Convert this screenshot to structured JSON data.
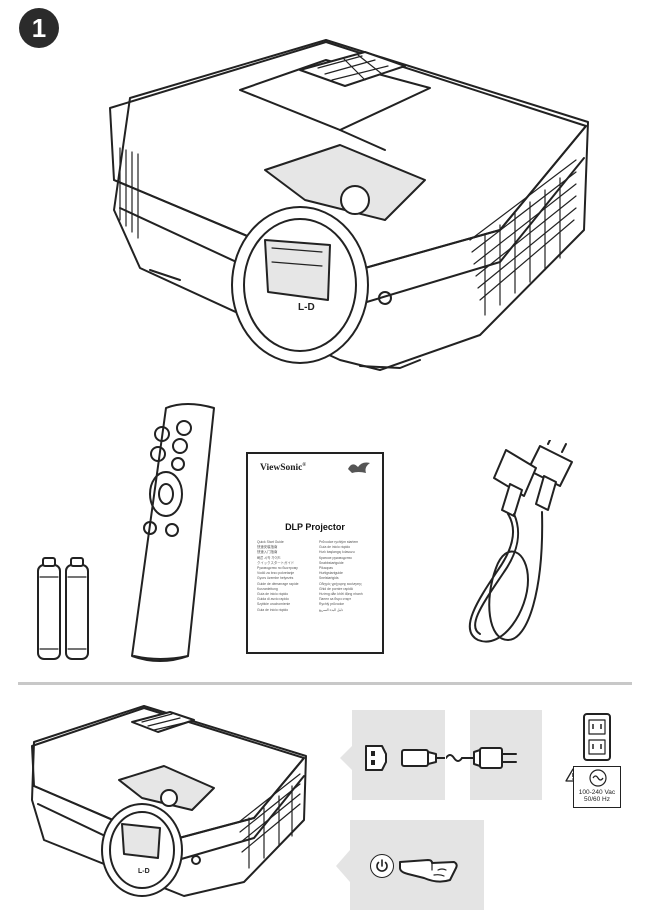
{
  "step": {
    "number": "1"
  },
  "projector": {
    "lens_logo": "L-D"
  },
  "quick_start_guide": {
    "brand": "ViewSonic",
    "trademark": "®",
    "title": "DLP Projector",
    "lines_left": [
      "Quick Start Guide",
      "快速安裝指南",
      "快速入门指南",
      "빠른 시작 가이드",
      "クイックスタートガイド",
      "Руководство по быстрому",
      "Vodič za brzo pokretanje",
      "Gyors üzembe helyezés",
      "Guide de démarrage rapide",
      "Kurzanleitung",
      "Guía de inicio rápido",
      "Guida di avvio rapido",
      "Szybkie uruchomienie",
      "Guia de início rápido"
    ],
    "lines_right": [
      "Průvodce rychlým startem",
      "Guía de inicio rápido",
      "Hızlı başlangıç kılavuzu",
      "Краткое руководство",
      "Snabbstartguide",
      "Pikaopas",
      "Hurtigstartguide",
      "Snelstartgids",
      "Οδηγός γρήγορης εκκίνησης",
      "Ghid de pornire rapidă",
      "Hướng dẫn khởi động nhanh",
      "Панел за бърз старт",
      "Rychlý průvodce",
      "دليل البدء السريع"
    ]
  },
  "power_spec": {
    "voltage": "100-240 Vac",
    "frequency": "50/60 Hz"
  },
  "icons": {
    "step_badge": "number-one-badge",
    "power_button": "power-icon",
    "warning": "warning-triangle-icon",
    "ac": "ac-current-icon"
  },
  "colors": {
    "panel": "#e4e4e4",
    "divider": "#c8c8c8",
    "ink": "#222222"
  }
}
